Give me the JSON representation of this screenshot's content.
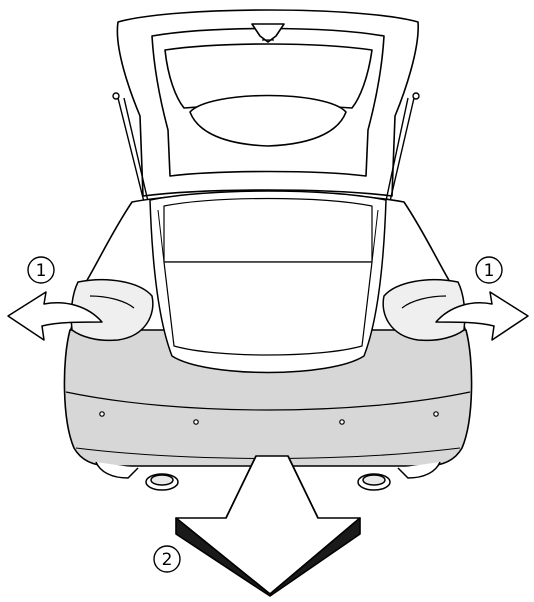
{
  "figure": {
    "subject": "car-rear-with-open-tailgate",
    "steps": [
      {
        "id": "left-1",
        "label": "1"
      },
      {
        "id": "right-1",
        "label": "1"
      },
      {
        "id": "bottom-2",
        "label": "2"
      }
    ],
    "colors": {
      "line": "#000000",
      "paper": "#ffffff",
      "bumper_fill": "#d7d7d7",
      "lamp_fill": "#efefef",
      "arrow_fill": "#1a1a1a"
    }
  }
}
